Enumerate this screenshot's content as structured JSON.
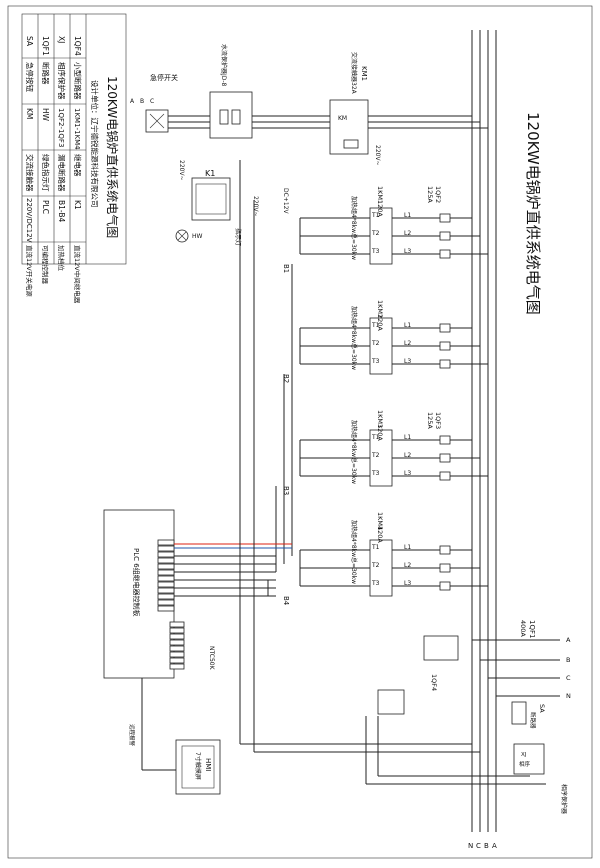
{
  "title": "120KW电锅炉直供系统电气图",
  "legend": {
    "title": "120KW电锅炉直供系统电气图",
    "rows": [
      [
        "SA",
        "急停按钮",
        "KM",
        "交流接触器",
        "220V/DC12V",
        "直流12V开关电源"
      ],
      [
        "1QF1",
        "断路器",
        "HW",
        "绿色指示灯",
        "PLC",
        "可编程控制器"
      ],
      [
        "XJ",
        "相序保护器",
        "1QF2-1QF3",
        "漏电断路器",
        "B1-B4",
        "加热档位"
      ],
      [
        "1QF4",
        "小型断路器",
        "1KM1-1KM4",
        "继电器",
        "K1",
        "直流12V中间继电器"
      ]
    ],
    "designer": "设计单位：辽宁德锐能源科技有限公司"
  },
  "top": {
    "estop": "急停开关",
    "water_label": "水流保护器JD-8",
    "km1": "KM1",
    "km1_desc": "交流接触器32A",
    "km1_contacts": "KM",
    "v220_a": "220V~",
    "v220_b": "220V~",
    "v220_c": "220V~",
    "dc12": "DC+12V",
    "k1": "K1",
    "hw": "HW",
    "indicator": "指示灯"
  },
  "groups": [
    {
      "qf": "1QF2",
      "qf_rating": "125A",
      "km": "1KM1",
      "km_rating": "120A",
      "heater": "加热组4*8kw总=30kw",
      "bus": "B1"
    },
    {
      "qf": "",
      "qf_rating": "",
      "km": "1KM2",
      "km_rating": "120A",
      "heater": "加热组4*8kw总=30kw",
      "bus": "B2"
    },
    {
      "qf": "1QF3",
      "qf_rating": "125A",
      "km": "1KM3",
      "km_rating": "120A",
      "heater": "加热组4*8kw总=30kw",
      "bus": "B3"
    },
    {
      "qf": "",
      "qf_rating": "",
      "km": "1KM4",
      "km_rating": "120A",
      "heater": "加热组4*8kw总=30kw",
      "bus": "B4"
    }
  ],
  "terminals": {
    "t1": "T1",
    "t2": "T2",
    "t3": "T3",
    "l1": "L1",
    "l2": "L2",
    "l3": "L3"
  },
  "plc": {
    "label": "PLC 6组继电器控制板",
    "ntc": "NTC50K",
    "remote": "远程报警"
  },
  "hmi": {
    "id": "HMI",
    "desc": "7寸触摸屏"
  },
  "main": {
    "qf1": "1QF1",
    "qf1_rating": "400A",
    "qf4": "1QF4",
    "sa": "SA",
    "phases": [
      "A",
      "B",
      "C",
      "N"
    ],
    "xj": "相序保护器",
    "xj_short": "XJ",
    "device_label": "断路器",
    "panel_label": "相序"
  }
}
